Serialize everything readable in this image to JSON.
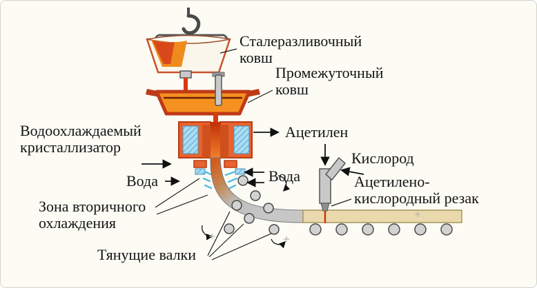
{
  "diagram": {
    "title": "Continuous steel casting scheme",
    "labels": {
      "ladle_1": "Сталеразливочный",
      "ladle_2": "ковш",
      "tundish_1": "Промежуточный",
      "tundish_2": "ковш",
      "mold_1": "Водоохлаждаемый",
      "mold_2": "кристаллизатор",
      "acetylene": "Ацетилен",
      "water_left": "Вода",
      "water_right": "Вода",
      "oxygen": "Кислород",
      "torch_1": "Ацетилено-",
      "torch_2": "кислородный резак",
      "secondary_1": "Зона вторичного",
      "secondary_2": "охлаждения",
      "rolls": "Тянущие валки"
    },
    "colors": {
      "mold_orange": "#e8632f",
      "outline_red": "#b83a10",
      "liquid_orange": "#f59120",
      "stream_red": "#d83a0e",
      "water_blue": "#9fd2ec",
      "spray_cyan": "#44b8e8",
      "strand_gray": "#bdbdbd",
      "slab_tan": "#e9d9ad",
      "flame_red": "#e02810",
      "metal_gray": "#c9c9c9"
    }
  }
}
